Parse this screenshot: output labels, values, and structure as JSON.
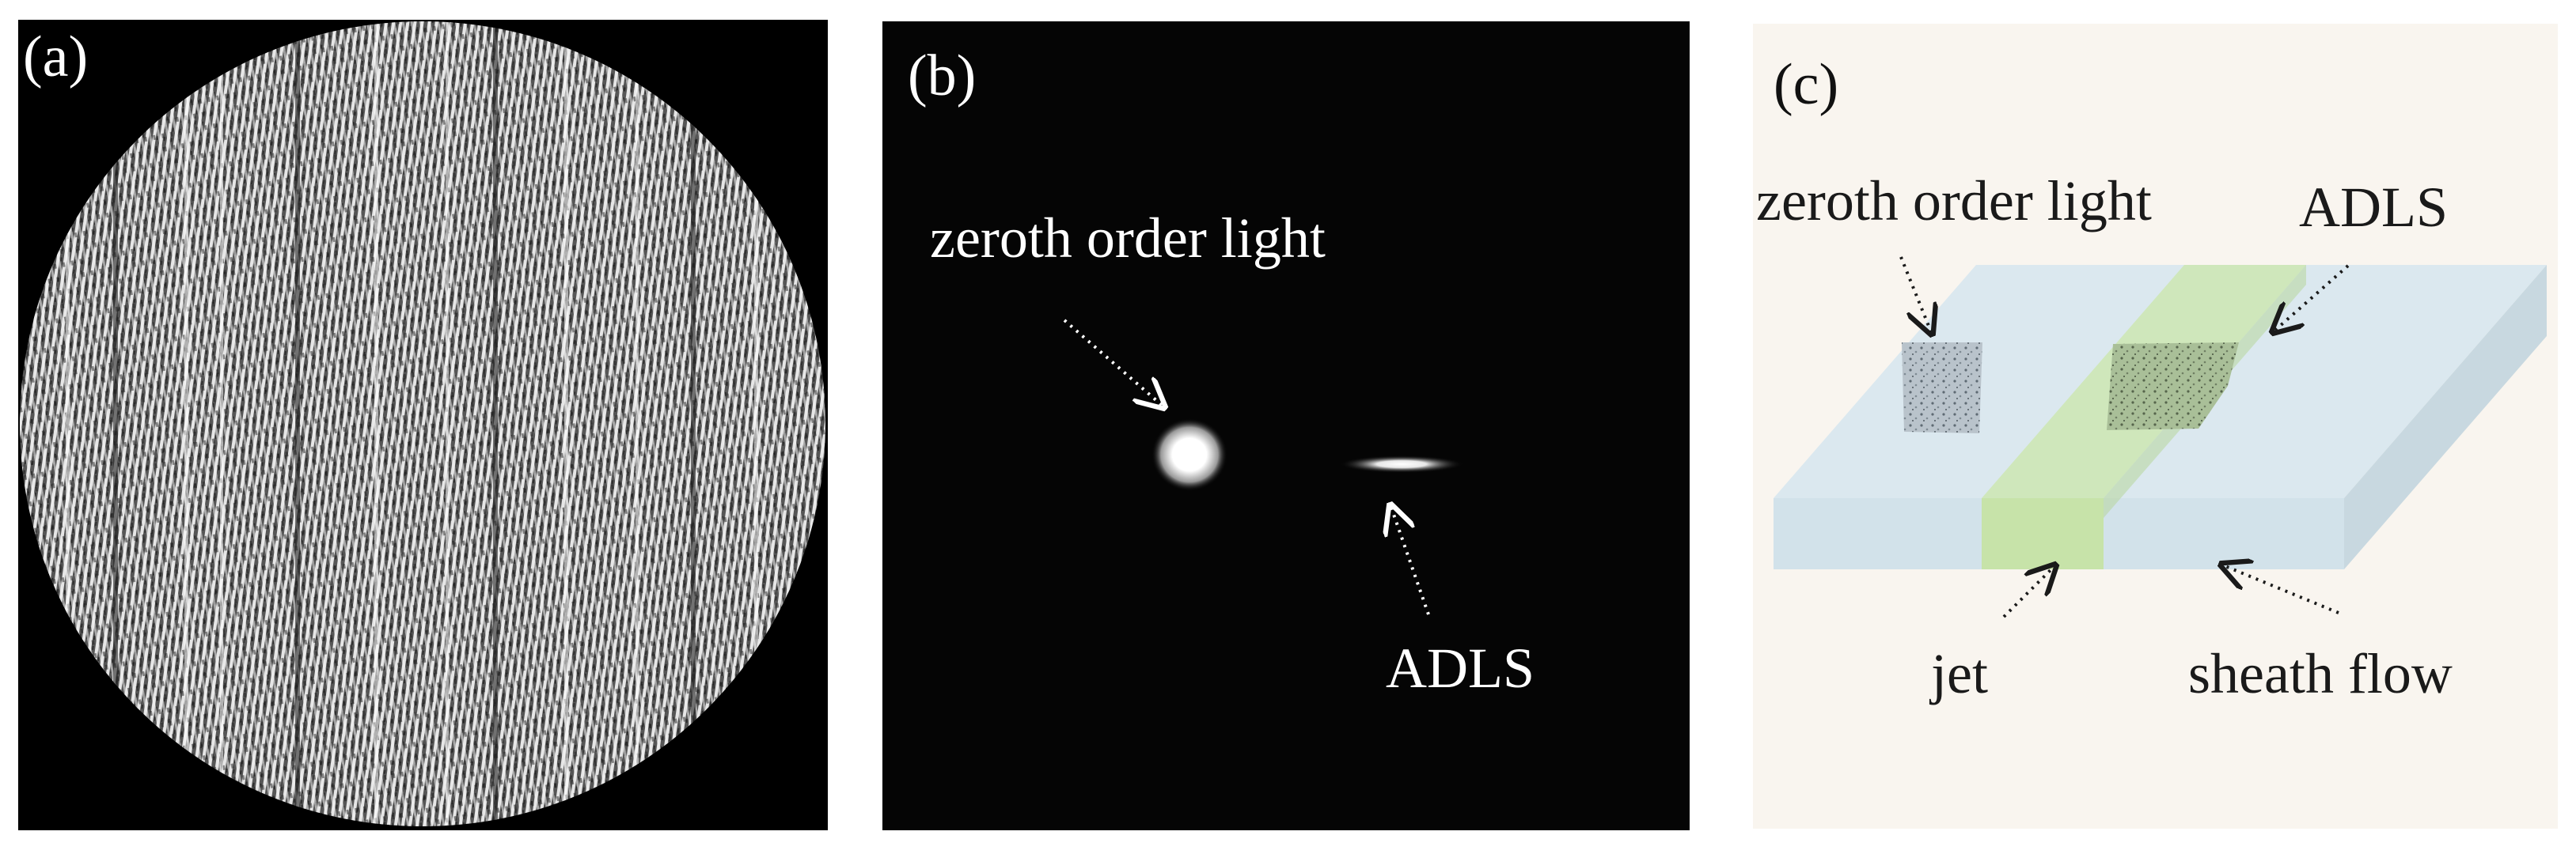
{
  "panels": {
    "a": {
      "label": "(a)"
    },
    "b": {
      "label": "(b)",
      "annotations": {
        "zeroth": "zeroth order light",
        "adls": "ADLS"
      }
    },
    "c": {
      "label": "(c)",
      "annotations": {
        "zeroth": "zeroth order light",
        "adls": "ADLS",
        "jet": "jet",
        "sheath": "sheath flow"
      }
    }
  },
  "colors": {
    "hologram_bg": "#000000",
    "hologram_light": "#d8d8d8",
    "hologram_dark": "#4a4a4a",
    "diffraction_bg": "#050505",
    "diagram_bg": "#f9f5ef",
    "sheath_fill": "#d6e6ee",
    "jet_fill": "#cfeab8",
    "speckle_gray": "#a9b4bc",
    "speckle_green": "#9fb58e"
  }
}
